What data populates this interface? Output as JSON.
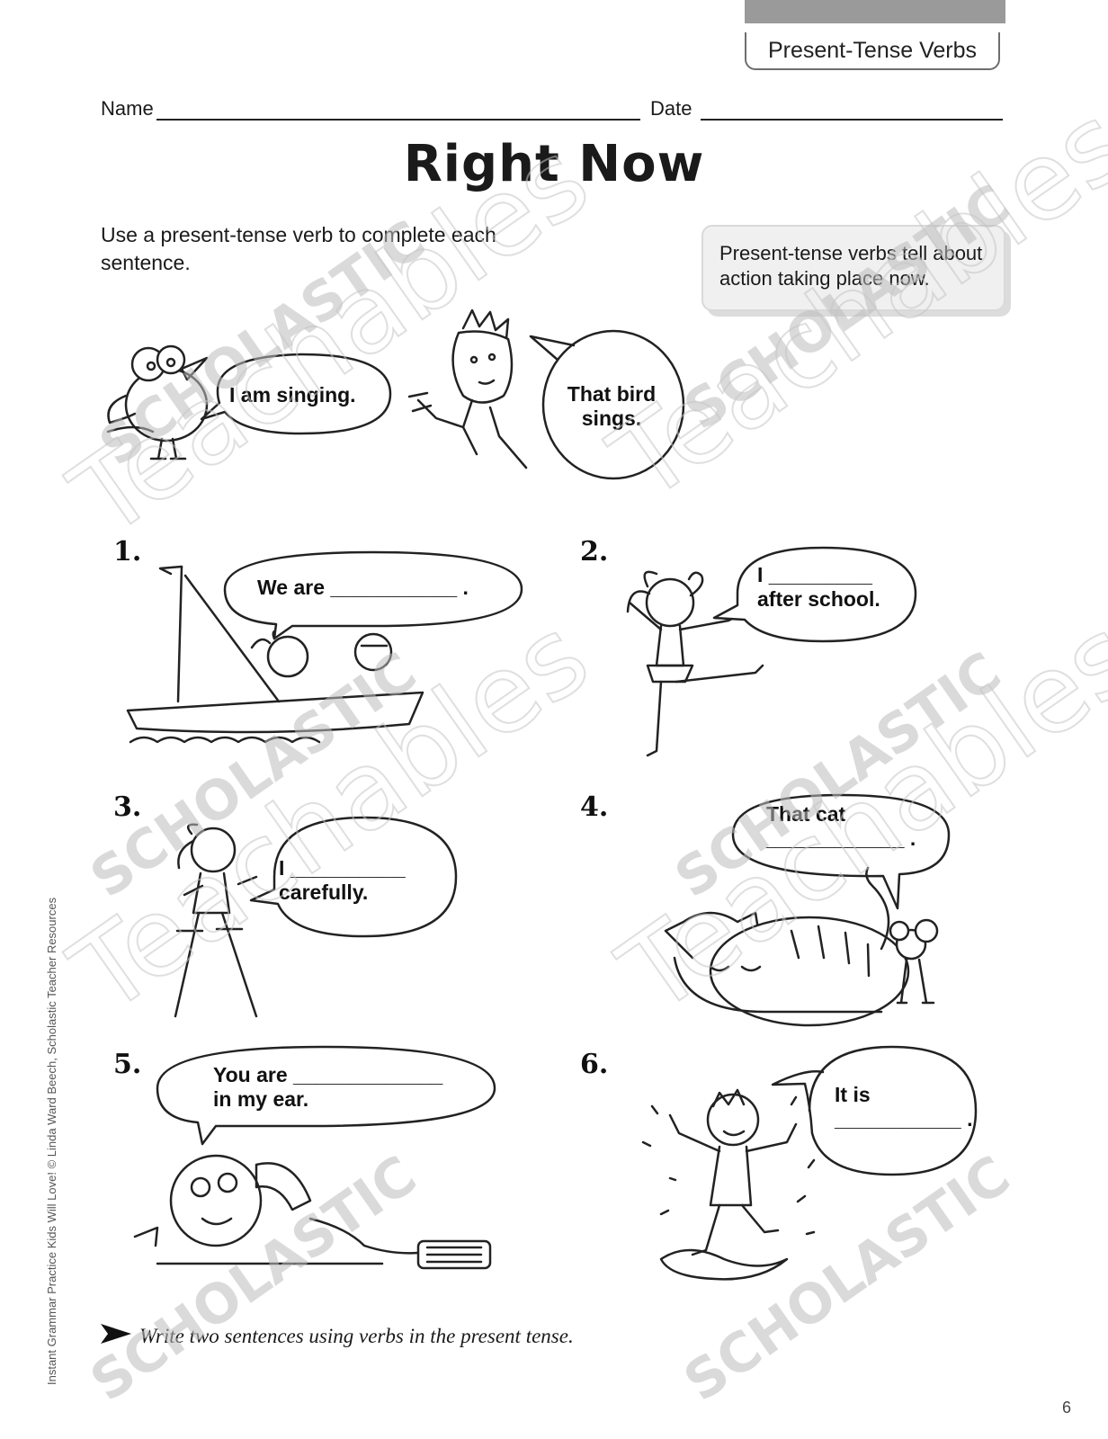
{
  "header": {
    "topic": "Present-Tense Verbs",
    "name_label": "Name",
    "date_label": "Date"
  },
  "title": "Right Now",
  "instructions": "Use a present-tense verb to complete each sentence.",
  "tip": "Present-tense verbs tell about action taking place now.",
  "examples": {
    "bird_bubble": "I am singing.",
    "boy_bubble": "That bird\nsings."
  },
  "items": [
    {
      "number": "1.",
      "bubble": "We are ___________ ."
    },
    {
      "number": "2.",
      "bubble": "I _________\nafter school."
    },
    {
      "number": "3.",
      "bubble": "I __________\ncarefully."
    },
    {
      "number": "4.",
      "bubble": "That cat\n____________ ."
    },
    {
      "number": "5.",
      "bubble": "You are _____________\nin my ear."
    },
    {
      "number": "6.",
      "bubble": "It is\n___________ ."
    }
  ],
  "final_prompt": "Write two sentences using verbs in the present tense.",
  "page_number": "6",
  "side_credit": "Instant Grammar Practice Kids Will Love! © Linda Ward Beech, Scholastic Teacher Resources",
  "watermark": {
    "brand": "SCHOLASTIC",
    "word": "Teachables"
  }
}
